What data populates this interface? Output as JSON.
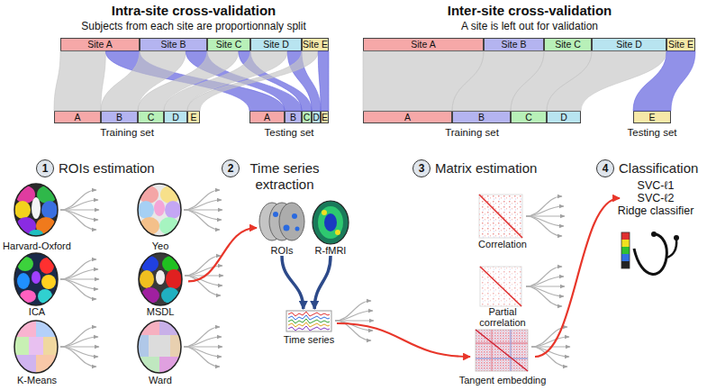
{
  "diagram": {
    "nodes": [
      {
        "text": [
          "Site A"
        ]
      },
      {
        "text": [
          "Site B"
        ]
      },
      {
        "text": [
          "Site C"
        ]
      },
      {
        "text": [
          "Site D"
        ]
      },
      {
        "text": [
          "Site E"
        ]
      },
      {
        "text": [
          "Training set"
        ]
      },
      {
        "text": [
          "A"
        ],
        "in": 5
      },
      {
        "text": [
          "B"
        ],
        "in": 5
      },
      {
        "text": [
          "C"
        ],
        "in": 5
      },
      {
        "text": [
          "D"
        ],
        "in": 5
      },
      {
        "text": [
          "E"
        ],
        "in": 5
      },
      {
        "text": [
          "Testing set"
        ]
      },
      {
        "text": [
          "A"
        ],
        "in": 11
      },
      {
        "text": [
          "B"
        ],
        "in": 11
      },
      {
        "text": [
          "C"
        ],
        "in": 11
      },
      {
        "text": [
          "D"
        ],
        "in": 11
      },
      {
        "text": [
          "E"
        ],
        "in": 11
      },
      {
        "text": [
          "Site A"
        ]
      },
      {
        "text": [
          "Site B"
        ]
      },
      {
        "text": [
          "Site C"
        ]
      },
      {
        "text": [
          "Site D"
        ]
      },
      {
        "text": [
          "Site E"
        ]
      },
      {
        "text": [
          "Training set"
        ]
      },
      {
        "text": [
          "A"
        ],
        "in": 22
      },
      {
        "text": [
          "B"
        ],
        "in": 22
      },
      {
        "text": [
          "C"
        ],
        "in": 22
      },
      {
        "text": [
          "D"
        ],
        "in": 22
      },
      {
        "text": [
          "Testing set"
        ]
      },
      {
        "text": [
          "E"
        ],
        "in": 27
      },
      {
        "text": [
          "1",
          "ROIs estimation"
        ]
      },
      {
        "text": [
          "Harvard-Oxford"
        ]
      },
      {
        "text": [
          "Yeo"
        ]
      },
      {
        "text": [
          "ICA"
        ]
      },
      {
        "text": [
          "MSDL"
        ]
      },
      {
        "text": [
          "K-Means"
        ]
      },
      {
        "text": [
          "Ward"
        ]
      },
      {
        "text": [
          "2",
          "Time series extraction"
        ]
      },
      {
        "text": [
          "ROIs"
        ]
      },
      {
        "text": [
          "R-fMRI"
        ]
      },
      {
        "text": [
          "Time series"
        ]
      },
      {
        "text": [
          "3",
          "Matrix estimation"
        ]
      },
      {
        "text": [
          "Correlation"
        ]
      },
      {
        "text": [
          "Partial correlation"
        ]
      },
      {
        "text": [
          "Tangent embedding"
        ]
      },
      {
        "text": [
          "4",
          "Classification"
        ]
      },
      {
        "text": [
          "SVC-ℓ1",
          "SVC-ℓ2",
          "Ridge classifier"
        ]
      }
    ],
    "edges": [
      {
        "from": 0,
        "to": 6,
        "arrow": "none"
      },
      {
        "from": 0,
        "to": 12,
        "arrow": "none"
      },
      {
        "from": 1,
        "to": 7,
        "arrow": "none"
      },
      {
        "from": 1,
        "to": 13,
        "arrow": "none"
      },
      {
        "from": 2,
        "to": 8,
        "arrow": "none"
      },
      {
        "from": 2,
        "to": 14,
        "arrow": "none"
      },
      {
        "from": 3,
        "to": 9,
        "arrow": "none"
      },
      {
        "from": 3,
        "to": 15,
        "arrow": "none"
      },
      {
        "from": 4,
        "to": 10,
        "arrow": "none"
      },
      {
        "from": 4,
        "to": 16,
        "arrow": "none"
      },
      {
        "from": 17,
        "to": 23,
        "arrow": "none"
      },
      {
        "from": 18,
        "to": 24,
        "arrow": "none"
      },
      {
        "from": 19,
        "to": 25,
        "arrow": "none"
      },
      {
        "from": 20,
        "to": 26,
        "arrow": "none"
      },
      {
        "from": 21,
        "to": 28,
        "arrow": "none"
      },
      {
        "from": 33,
        "to": 37,
        "arrow": "to"
      },
      {
        "from": 37,
        "to": 39,
        "arrow": "to"
      },
      {
        "from": 38,
        "to": 39,
        "arrow": "to"
      },
      {
        "from": 39,
        "to": 43,
        "arrow": "to"
      },
      {
        "from": 43,
        "to": 45,
        "arrow": "to"
      }
    ],
    "labels": [
      "Intra-site cross-validation",
      "Subjects from each site are proportionnaly split",
      "Inter-site cross-validation",
      "A site is left out for validation"
    ]
  }
}
